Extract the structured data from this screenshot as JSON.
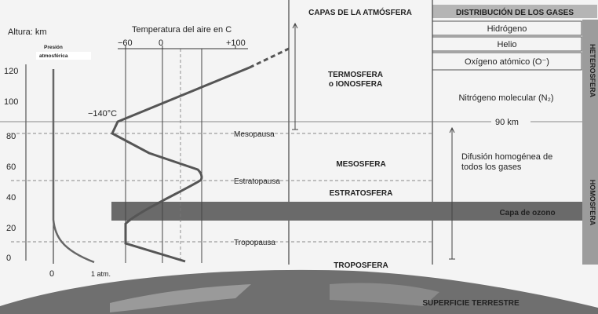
{
  "altitude_axis": {
    "label": "Altura: km",
    "ticks": [
      "0",
      "20",
      "40",
      "60",
      "80",
      "100",
      "120"
    ]
  },
  "pressure_panel": {
    "title_line1": "Presión",
    "title_line2": "atmosférica",
    "tick_zero": "0",
    "tick_one": "1 atm."
  },
  "temperature_panel": {
    "title": "Temperatura del aire en C",
    "ticks": [
      "−60",
      "0",
      "+100"
    ],
    "min_label": "−140°C"
  },
  "boundaries": {
    "mesopause": "Mesopausa",
    "stratopause": "Estratopausa",
    "tropopause": "Tropopausa",
    "km90": "90 km"
  },
  "layers": {
    "header": "CAPAS DE LA ATMÓSFERA",
    "thermosphere_line1": "TERMOSFERA",
    "thermosphere_line2": "o IONOSFERA",
    "mesosphere": "MESOSFERA",
    "stratosphere": "ESTRATOSFERA",
    "troposphere": "TROPOSFERA",
    "surface": "SUPERFICIE TERRESTRE"
  },
  "gases": {
    "header": "DISTRIBUCIÓN DE LOS GASES",
    "hydrogen": "Hidrógeno",
    "helium": "Helio",
    "oxygen": "Oxígeno atómico (O⁻)",
    "nitrogen": "Nitrógeno molecular (N₂)",
    "diffusion_line1": "Difusión homogénea de",
    "diffusion_line2": "todos los gases",
    "ozone": "Capa de ozono",
    "heterosphere": "HETEROSFERA",
    "homosphere": "HOMOSFERA"
  },
  "colors": {
    "ozone_band": "#6a6a6a",
    "header_bar": "#b5b5b5",
    "side_bar": "#9c9c9c",
    "curve": "#555555"
  }
}
